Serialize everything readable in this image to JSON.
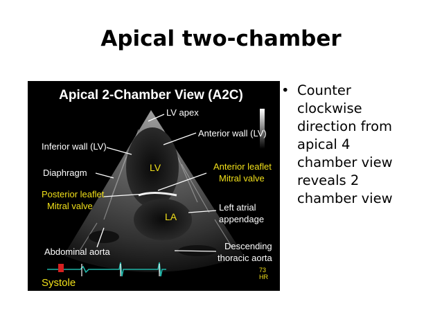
{
  "slide": {
    "title": "Apical two-chamber"
  },
  "figure": {
    "title": "Apical 2-Chamber View (A2C)",
    "labels": {
      "lv_apex": "LV apex",
      "anterior_wall": "Anterior wall (LV)",
      "inferior_wall": "Inferior wall (LV)",
      "lv": "LV",
      "diaphragm": "Diaphragm",
      "anterior_leaflet_1": "Anterior leaflet",
      "anterior_leaflet_2": "Mitral valve",
      "posterior_leaflet_1": "Posterior leaflet",
      "posterior_leaflet_2": "Mitral valve",
      "left_atrial_1": "Left atrial",
      "left_atrial_2": "appendage",
      "la": "LA",
      "abdominal_aorta": "Abdominal aorta",
      "descending_1": "Descending",
      "descending_2": "thoracic aorta",
      "systole": "Systole",
      "hr_value": "73",
      "hr_unit": "HR"
    },
    "colors": {
      "white_label": "#ffffff",
      "yellow_label": "#f2e11a",
      "ecg_trace": "#1fb5a8",
      "marker": "#d42020"
    }
  },
  "bullets": [
    {
      "lines": [
        "Counter",
        "clockwise",
        "direction from",
        "apical 4",
        "chamber view",
        "reveals 2",
        "chamber view"
      ]
    }
  ]
}
